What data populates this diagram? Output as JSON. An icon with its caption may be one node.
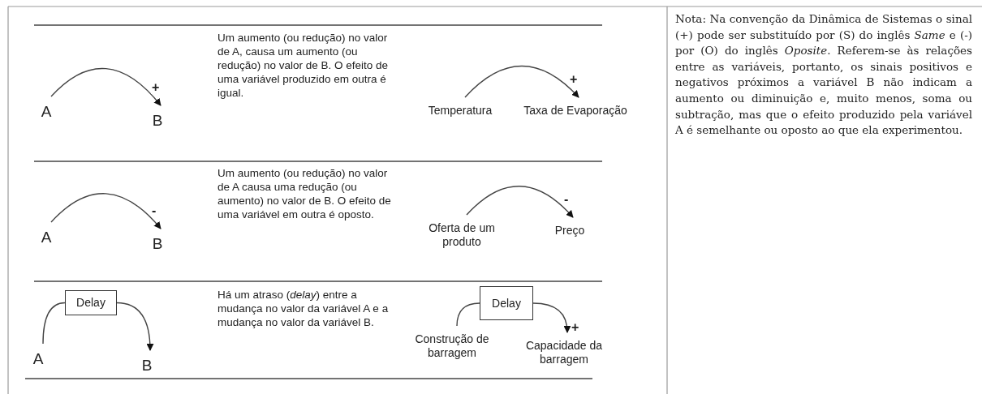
{
  "diagram": {
    "nodes": [
      {
        "text": [
          "A"
        ]
      },
      {
        "text": [
          "B"
        ]
      },
      {
        "text": [
          "Temperatura"
        ]
      },
      {
        "text": [
          "Taxa de Evaporação"
        ]
      },
      {
        "text": [
          "A"
        ]
      },
      {
        "text": [
          "B"
        ]
      },
      {
        "text": [
          "Oferta de um produto"
        ]
      },
      {
        "text": [
          "Preço"
        ]
      },
      {
        "text": [
          "A"
        ]
      },
      {
        "text": [
          "Delay"
        ]
      },
      {
        "text": [
          "B"
        ]
      },
      {
        "text": [
          "Construção de barragem"
        ]
      },
      {
        "text": [
          "Delay"
        ]
      },
      {
        "text": [
          "Capacidade da barragem"
        ]
      }
    ],
    "edges": [
      {
        "from": 0,
        "to": 1,
        "arrow": "to",
        "label": "+"
      },
      {
        "from": 2,
        "to": 3,
        "arrow": "to",
        "label": "+"
      },
      {
        "from": 4,
        "to": 5,
        "arrow": "to",
        "label": "-"
      },
      {
        "from": 6,
        "to": 7,
        "arrow": "to",
        "label": "-"
      },
      {
        "from": 8,
        "to": 9,
        "arrow": "none"
      },
      {
        "from": 9,
        "to": 10,
        "arrow": "to"
      },
      {
        "from": 11,
        "to": 12,
        "arrow": "none"
      },
      {
        "from": 12,
        "to": 13,
        "arrow": "to",
        "label": "+"
      }
    ],
    "labels": [
      "Um aumento (ou redução) no valor de A, causa um aumento (ou redução) no valor de B. O efeito de uma variável produzido em outra é igual.",
      "Um aumento (ou redução) no valor de A causa uma redução (ou aumento) no valor de B. O efeito de uma variável em outra é oposto.",
      "Há um atraso (*delay*) entre a mudança no valor da variável A e a mudança no valor da variável B.",
      "Nota: Na convenção da Dinâmica de Sistemas o sinal (+) pode ser substituído por (S) do inglês *Same* e (-) por (O) do inglês *Oposite*. Referem-se às relações entre as variáveis, portanto, os sinais positivos e negativos próximos a variável B não indicam a aumento ou diminuição e, muito menos, soma ou subtração, mas que o efeito produzido pela variável A é semelhante ou oposto ao que ela experimentou."
    ]
  }
}
